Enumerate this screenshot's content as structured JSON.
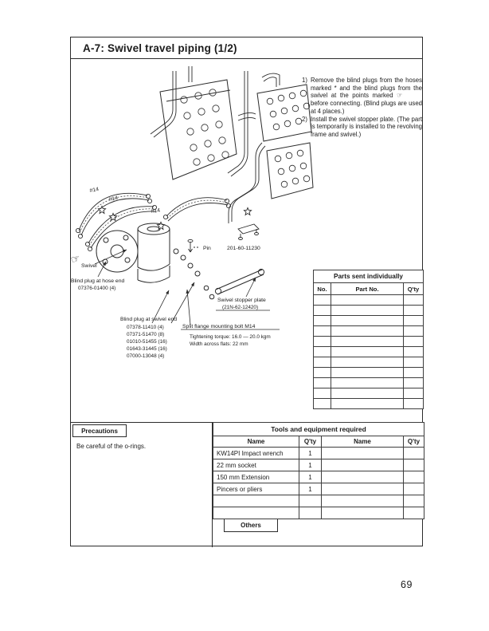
{
  "title": "A-7: Swivel travel piping (1/2)",
  "page_number": "69",
  "instructions": {
    "items": [
      {
        "num": "1)",
        "text": "Remove the blind plugs from the hoses marked * and the blind plugs from the swivel at the points marked ☞       before connecting. (Blind plugs are used at 4 places.)"
      },
      {
        "num": "2)",
        "text": "Install the swivel stopper plate. (The part is temporarily is installed to the revolving frame and swivel.)"
      }
    ]
  },
  "diagram": {
    "labels": {
      "swivel": "Swivel",
      "blind_hose_1": "Blind plug at hose end",
      "blind_hose_2": "07376-01400 (4)",
      "blind_swivel_title": "Blind plug at swivel end",
      "blind_swivel_parts": [
        "07378-11410 (4)",
        "07371-51470 (8)",
        "01010-51455 (16)",
        "01643-31445 (16)",
        "07000-13048 (4)"
      ],
      "pin": "Pin",
      "pin_part": "201-60-11230",
      "stopper_1": "Swivel stopper plate",
      "stopper_2": "(21N-62-12420)",
      "split_title": "Split flange mounting bolt M14",
      "split_torque": "Tightening torque: 16.0 — 20.0 kgm",
      "split_width": "Width across flats: 22 mm",
      "hose_size": "#14",
      "hand_icon": "☞"
    }
  },
  "parts_table": {
    "title": "Parts sent individually",
    "columns": [
      "No.",
      "Part No.",
      "Q'ty"
    ],
    "empty_rows": 11
  },
  "precautions": {
    "label": "Precautions",
    "text": "Be careful of the o-rings."
  },
  "tools": {
    "title": "Tools and equipment required",
    "columns": [
      "Name",
      "Q'ty",
      "Name",
      "Q'ty"
    ],
    "rows": [
      {
        "name": "KW14PI Impact wrench",
        "qty": "1"
      },
      {
        "name": "22 mm socket",
        "qty": "1"
      },
      {
        "name": "150 mm Extension",
        "qty": "1"
      },
      {
        "name": "Pincers or pliers",
        "qty": "1"
      }
    ],
    "others_label": "Others"
  }
}
